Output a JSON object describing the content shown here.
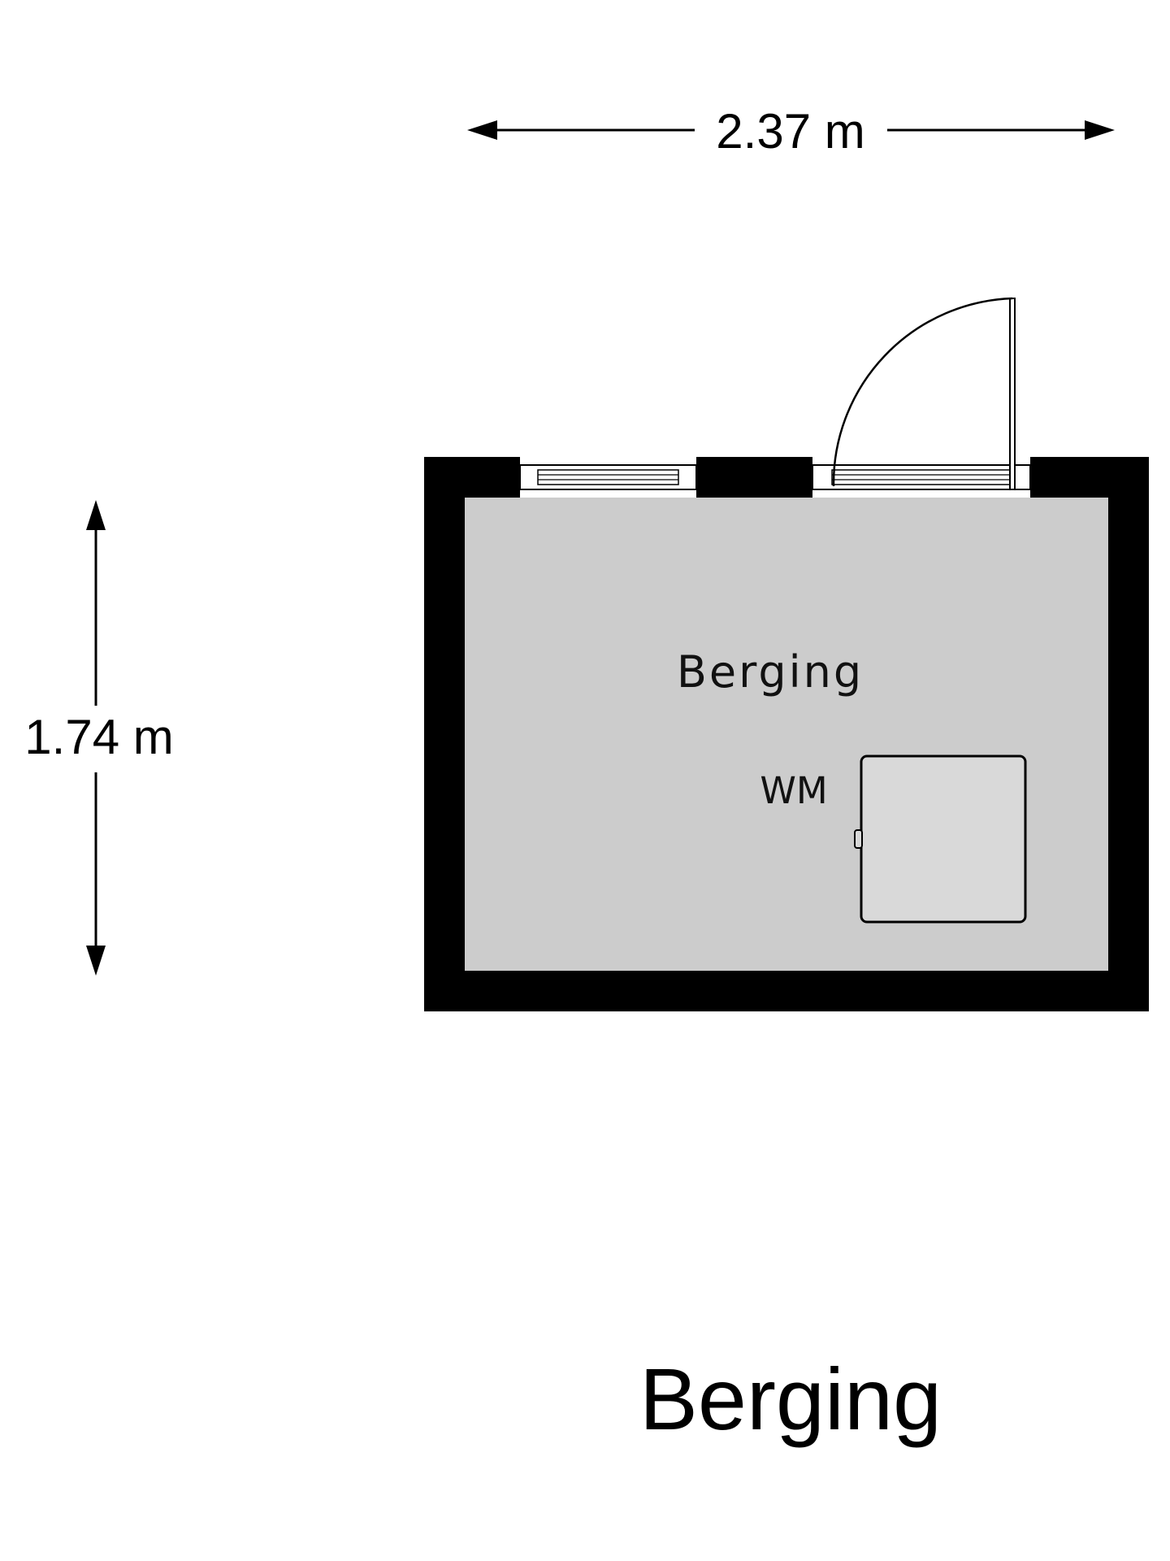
{
  "dimensions": {
    "width_label": "2.37 m",
    "height_label": "1.74 m"
  },
  "room": {
    "label": "Berging"
  },
  "fixtures": {
    "washing_machine_label": "WM"
  },
  "floor_title": "Berging",
  "colors": {
    "wall": "#000000",
    "floor": "#cccccc",
    "appliance": "#d9d9d9",
    "background": "#ffffff"
  }
}
